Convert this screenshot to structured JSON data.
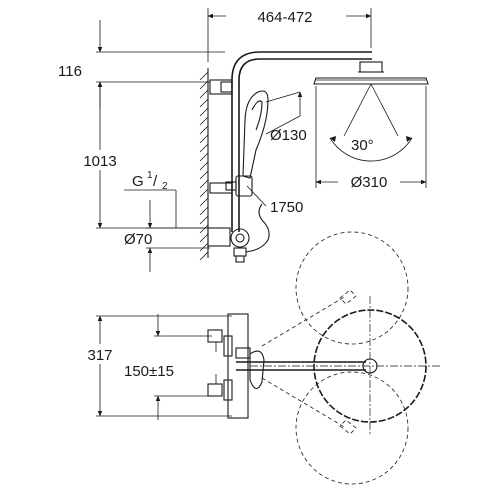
{
  "dimensions": {
    "arm_reach": "464-472",
    "top_offset": "116",
    "total_height": "1013",
    "thread_base": "G",
    "thread_num": "1",
    "thread_den": "2",
    "hand_shower_diameter": "Ø130",
    "head_angle": "30°",
    "head_diameter": "Ø310",
    "hose_length": "1750",
    "escutcheon_diameter": "Ø70",
    "plan_depth": "317",
    "inlet_spacing": "150±15"
  }
}
